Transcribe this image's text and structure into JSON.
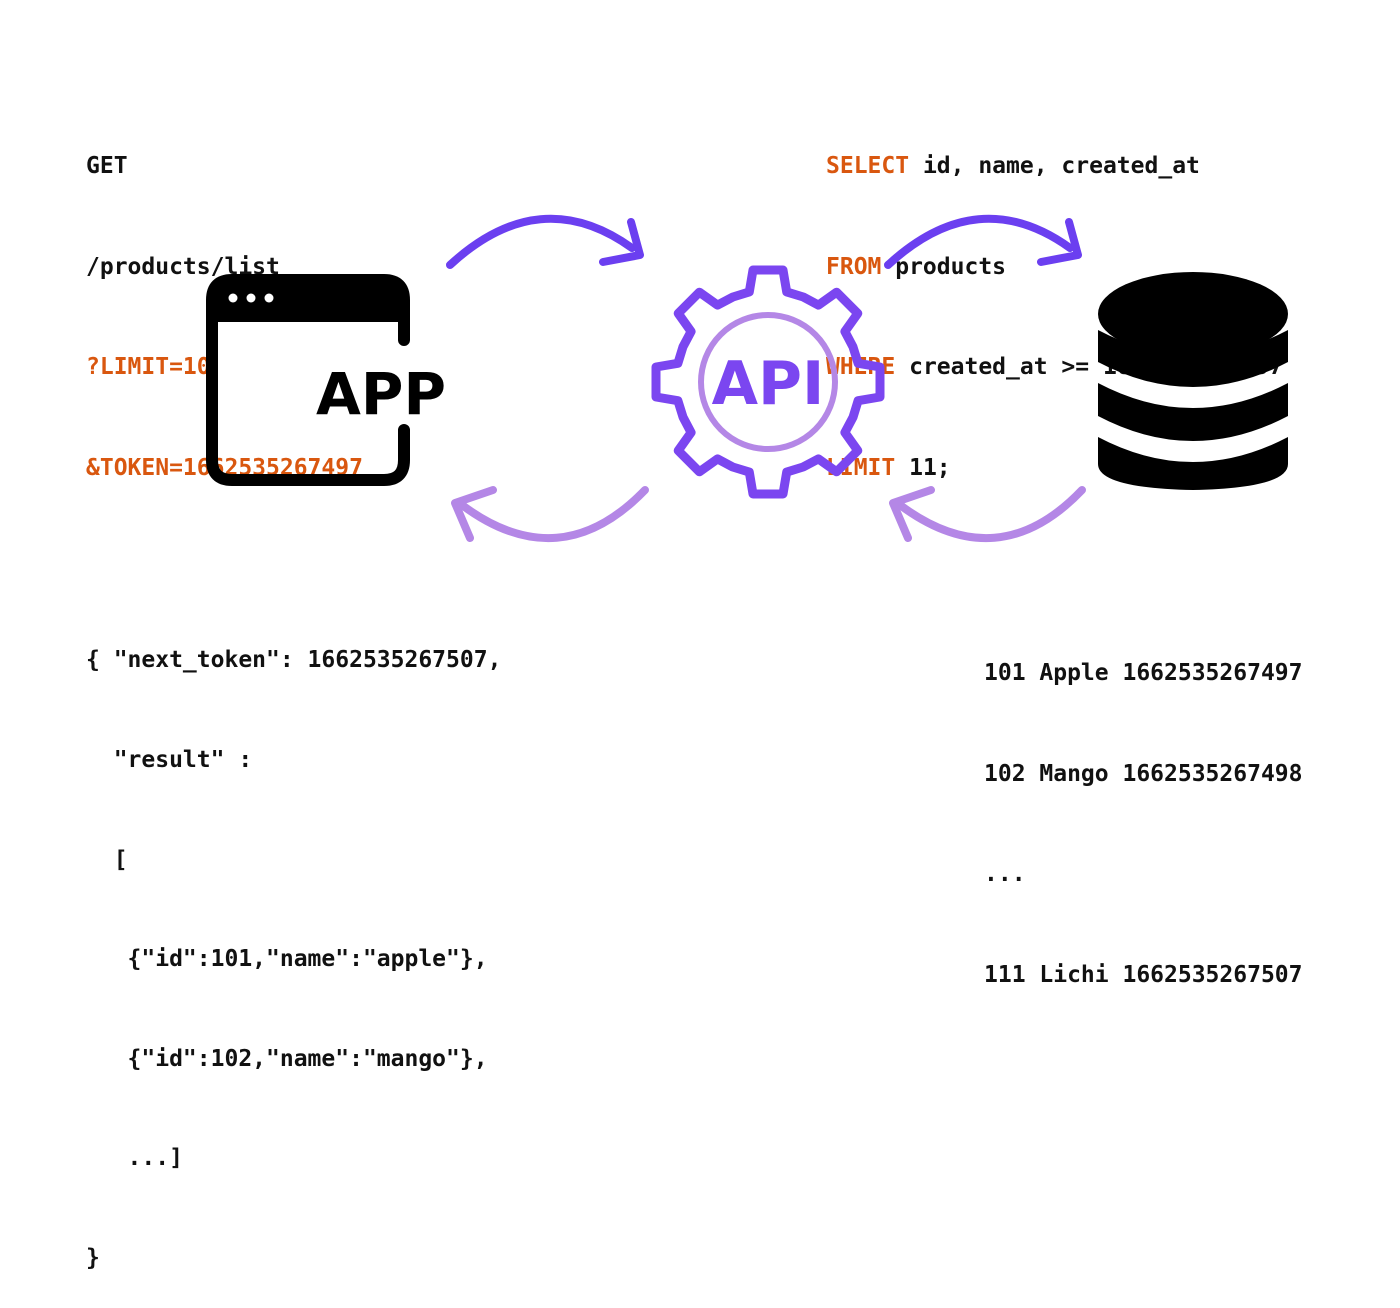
{
  "colors": {
    "code_text": "#111111",
    "keyword": "#d9570f",
    "arrow_forward": "#6b3ff0",
    "arrow_back": "#b487e6",
    "gear_outer": "#7b46f0",
    "gear_inner": "#b487e6",
    "icon_black": "#000000"
  },
  "request": {
    "method": "GET",
    "path": "/products/list",
    "limit_param": "?LIMIT=10",
    "token_param": "&TOKEN=1662535267497"
  },
  "sql": {
    "select_kw": "SELECT",
    "select_cols": " id, name, created_at",
    "from_kw": "FROM",
    "from_table": " products",
    "where_kw": "WHERE",
    "where_cond": " created_at >= 1662535267497",
    "limit_kw": "LIMIT",
    "limit_val": " 11;"
  },
  "app_icon": {
    "label": "APP"
  },
  "api_icon": {
    "label": "API"
  },
  "response": {
    "lines": [
      "{ \"next_token\": 1662535267507,",
      "  \"result\" :",
      "  [",
      "   {\"id\":101,\"name\":\"apple\"},",
      "   {\"id\":102,\"name\":\"mango\"},",
      "   ...]",
      "}"
    ]
  },
  "db_rows": {
    "lines": [
      "101 Apple 1662535267497",
      "102 Mango 1662535267498",
      "...",
      "111 Lichi 1662535267507"
    ]
  }
}
